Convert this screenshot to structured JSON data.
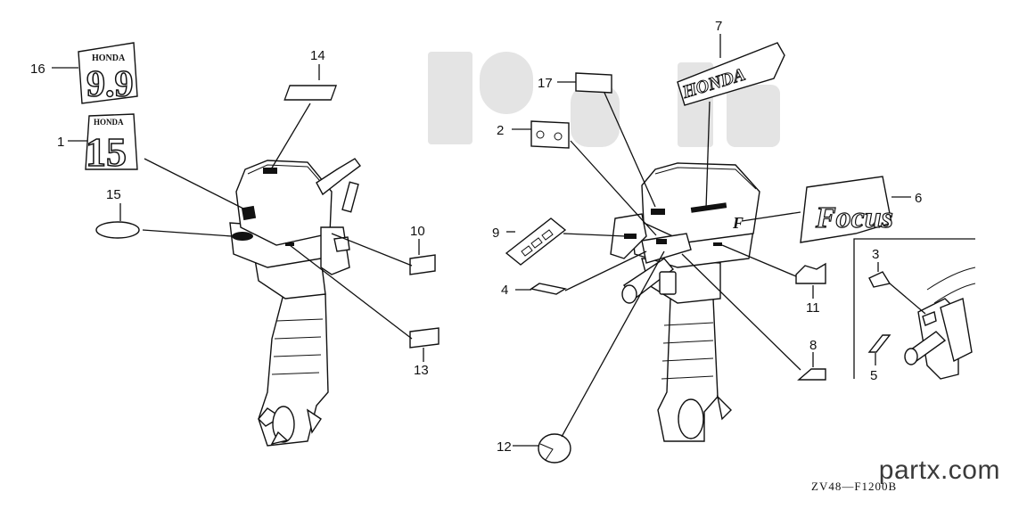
{
  "diagram_code": "ZV48—F1200B",
  "brand_text": "partx.com",
  "decal_text": {
    "honda_small": "HONDA",
    "model_99": "9.9",
    "model_15": "15",
    "honda_large": "HONDA",
    "focus_logo": "Focus"
  },
  "callouts": {
    "c1": "1",
    "c2": "2",
    "c3": "3",
    "c4": "4",
    "c5": "5",
    "c6": "6",
    "c7": "7",
    "c8": "8",
    "c9": "9",
    "c10": "10",
    "c11": "11",
    "c12": "12",
    "c13": "13",
    "c14": "14",
    "c15": "15",
    "c16": "16",
    "c17": "17"
  }
}
